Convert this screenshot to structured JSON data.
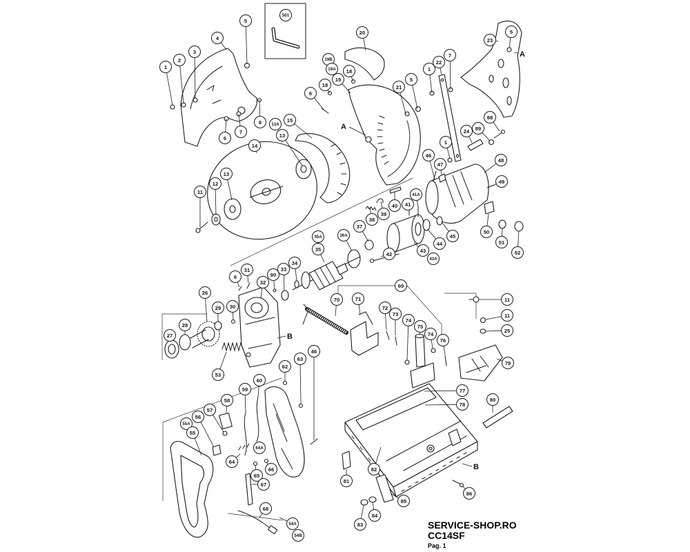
{
  "document": {
    "brand": "SERVICE-SHOP.RO",
    "model": "CC14SF",
    "page": "Pag. 1"
  },
  "reference_marks": [
    "A",
    "A",
    "B",
    "B"
  ],
  "colors": {
    "line": "#1a1a1a",
    "background": "#ffffff"
  },
  "callouts": [
    "501",
    "1",
    "2",
    "3",
    "4",
    "5",
    "6",
    "7",
    "8",
    "20",
    "19B",
    "19A",
    "18",
    "19",
    "18",
    "6",
    "21",
    "5",
    "1",
    "22",
    "7",
    "23",
    "5",
    "13A",
    "13",
    "15",
    "14",
    "13",
    "12",
    "11",
    "88",
    "89",
    "24",
    "1",
    "46",
    "47",
    "48",
    "49",
    "41A",
    "41",
    "40",
    "39",
    "38",
    "37",
    "36A",
    "35A",
    "35",
    "44",
    "45",
    "43",
    "43A",
    "42",
    "50",
    "51",
    "52",
    "34",
    "33",
    "31",
    "6",
    "90",
    "32",
    "69",
    "70",
    "71",
    "72",
    "73",
    "74",
    "75",
    "74",
    "76",
    "11",
    "11",
    "25",
    "79",
    "26",
    "29",
    "30",
    "28",
    "27",
    "53",
    "62",
    "63",
    "46",
    "60",
    "59",
    "58",
    "57",
    "56",
    "55A",
    "55",
    "77",
    "78",
    "80",
    "64A",
    "64",
    "65",
    "66",
    "67",
    "81",
    "82",
    "85",
    "86",
    "83",
    "84",
    "68",
    "54A",
    "54B"
  ]
}
